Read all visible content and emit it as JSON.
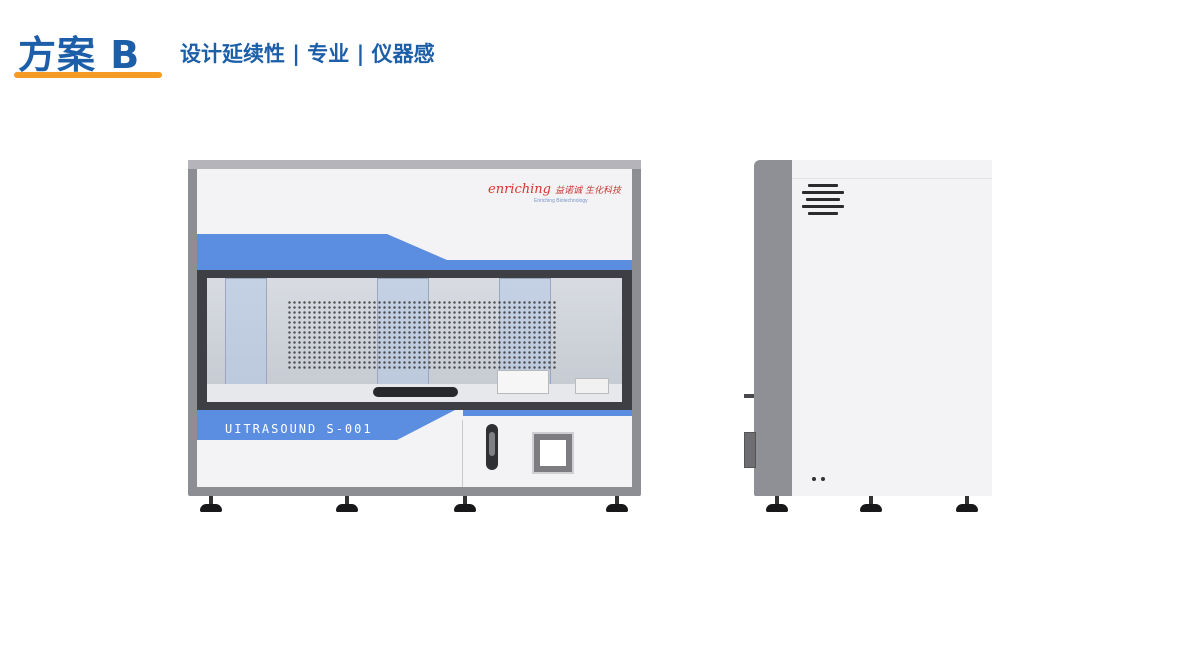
{
  "header": {
    "title": "方案 B",
    "subtitle": "设计延续性 | 专业 | 仪器感",
    "accent_color": "#1c5fa8",
    "underline_color": "#f59a23"
  },
  "front_view": {
    "logo_brand": "enriching",
    "logo_chinese": "益诺诚 生化科技",
    "logo_tagline": "Enriching Biotechnology",
    "model_label": "UITRASOUND S-001",
    "band_color": "#5b8ee0"
  },
  "side_view": {
    "body_color": "#f3f3f5",
    "frame_color": "#8f9096"
  }
}
